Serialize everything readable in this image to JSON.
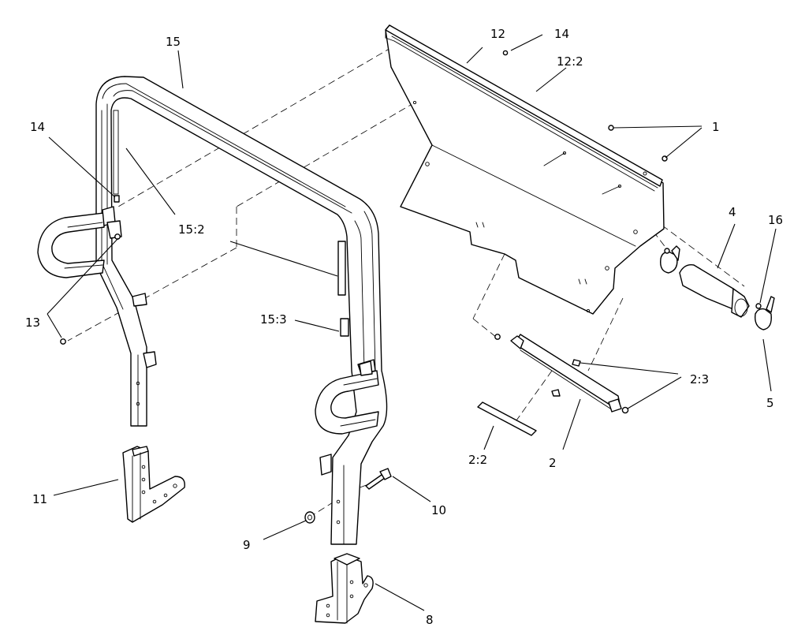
{
  "callouts": [
    {
      "id": "c1",
      "text": "1"
    },
    {
      "id": "c2",
      "text": "2"
    },
    {
      "id": "c2_2",
      "text": "2:2"
    },
    {
      "id": "c2_3",
      "text": "2:3"
    },
    {
      "id": "c4",
      "text": "4"
    },
    {
      "id": "c5",
      "text": "5"
    },
    {
      "id": "c8",
      "text": "8"
    },
    {
      "id": "c9",
      "text": "9"
    },
    {
      "id": "c10",
      "text": "10"
    },
    {
      "id": "c11",
      "text": "11"
    },
    {
      "id": "c12",
      "text": "12"
    },
    {
      "id": "c12_2",
      "text": "12:2"
    },
    {
      "id": "c13",
      "text": "13"
    },
    {
      "id": "c14_top",
      "text": "14"
    },
    {
      "id": "c14_left",
      "text": "14"
    },
    {
      "id": "c15",
      "text": "15"
    },
    {
      "id": "c15_2",
      "text": "15:2"
    },
    {
      "id": "c15_3",
      "text": "15:3"
    },
    {
      "id": "c16",
      "text": "16"
    }
  ]
}
